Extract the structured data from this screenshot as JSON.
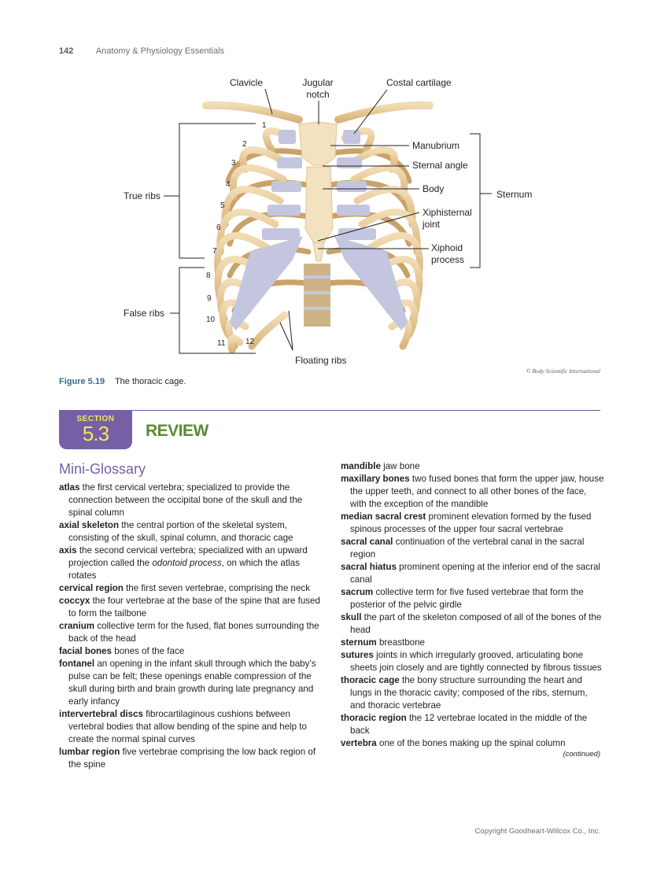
{
  "running_head": {
    "page_number": "142",
    "book_title": "Anatomy & Physiology Essentials"
  },
  "figure": {
    "labels": {
      "clavicle": "Clavicle",
      "jugular_notch": "Jugular notch",
      "costal_cartilage": "Costal cartilage",
      "manubrium": "Manubrium",
      "sternal_angle": "Sternal angle",
      "body": "Body",
      "xiphisternal_joint": "Xiphisternal joint",
      "xiphoid_process": "Xiphoid process",
      "sternum": "Sternum",
      "true_ribs": "True ribs",
      "false_ribs": "False ribs",
      "floating_ribs": "Floating ribs"
    },
    "rib_numbers": [
      "1",
      "2",
      "3",
      "4",
      "5",
      "6",
      "7",
      "8",
      "9",
      "10",
      "11",
      "12"
    ],
    "credit": "© Body Scientific International",
    "caption_number": "Figure 5.19",
    "caption_text": "The thoracic cage."
  },
  "section": {
    "word": "SECTION",
    "number": "5.3",
    "title": "REVIEW"
  },
  "glossary": {
    "title": "Mini-Glossary",
    "left": [
      {
        "term": "atlas",
        "def": "the first cervical vertebra; specialized to provide the connection between the occipital bone of the skull and the spinal column"
      },
      {
        "term": "axial skeleton",
        "def": "the central portion of the skeletal system, consisting of the skull, spinal column, and thoracic cage"
      },
      {
        "term": "axis",
        "def": "the second cervical vertebra; specialized with an upward projection called the odontoid process, on which the atlas rotates"
      },
      {
        "term": "cervical region",
        "def": "the first seven vertebrae, comprising the neck"
      },
      {
        "term": "coccyx",
        "def": "the four vertebrae at the base of the spine that are fused to form the tailbone"
      },
      {
        "term": "cranium",
        "def": "collective term for the fused, flat bones surrounding the back of the head"
      },
      {
        "term": "facial bones",
        "def": "bones of the face"
      },
      {
        "term": "fontanel",
        "def": "an opening in the infant skull through which the baby’s pulse can be felt; these openings enable compression of the skull during birth and brain growth during late pregnancy and early infancy"
      },
      {
        "term": "intervertebral discs",
        "def": "fibrocartilaginous cushions between vertebral bodies that allow bending of the spine and help to create the normal spinal curves"
      },
      {
        "term": "lumbar region",
        "def": "five vertebrae comprising the low back region of the spine"
      }
    ],
    "right": [
      {
        "term": "mandible",
        "def": "jaw bone"
      },
      {
        "term": "maxillary bones",
        "def": "two fused bones that form the upper jaw, house the upper teeth, and connect to all other bones of the face, with the exception of the mandible"
      },
      {
        "term": "median sacral crest",
        "def": "prominent elevation formed by the fused spinous processes of the upper four sacral vertebrae"
      },
      {
        "term": "sacral canal",
        "def": "continuation of the vertebral canal in the sacral region"
      },
      {
        "term": "sacral hiatus",
        "def": "prominent opening at the inferior end of the sacral canal"
      },
      {
        "term": "sacrum",
        "def": "collective term for five fused vertebrae that form the posterior of the pelvic girdle"
      },
      {
        "term": "skull",
        "def": "the part of the skeleton composed of all of the bones of the head"
      },
      {
        "term": "sternum",
        "def": "breastbone"
      },
      {
        "term": "sutures",
        "def": "joints in which irregularly grooved, articulating bone sheets join closely and are tightly connected by fibrous tissues"
      },
      {
        "term": "thoracic cage",
        "def": "the bony structure surrounding the heart and lungs in the thoracic cavity; composed of the ribs, sternum, and thoracic vertebrae"
      },
      {
        "term": "thoracic region",
        "def": "the 12 vertebrae located in the middle of the back"
      },
      {
        "term": "vertebra",
        "def": "one of the bones making up the spinal column"
      }
    ],
    "continued": "(continued)"
  },
  "footer": {
    "copyright": "Copyright Goodheart-Willcox Co., Inc."
  },
  "colors": {
    "section_purple": "#7560a6",
    "section_yellow": "#f4e562",
    "review_green": "#5a8a32",
    "caption_blue": "#3b6b8f",
    "bone": "#e6c998",
    "cartilage": "#c4c6e0"
  }
}
